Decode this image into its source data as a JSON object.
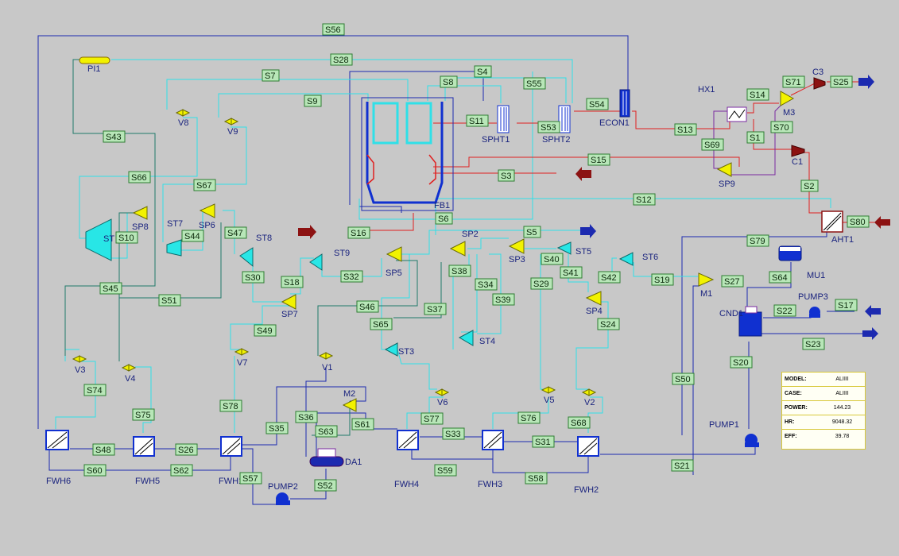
{
  "colors": {
    "background": "#c8c8c8",
    "stream_cyan": "#2fe0e8",
    "stream_navy": "#1c2ab0",
    "stream_red": "#e02020",
    "stream_teal": "#1f7a6a",
    "stream_purple": "#7a2aa0",
    "label_fill": "#b8e6b8",
    "splitter_yellow": "#f2f200",
    "turbine_cyan": "#28e6e6",
    "heater_blue": "#1030d0",
    "compressor_red": "#8c1212"
  },
  "equipment_labels": {
    "PI1": "PI1",
    "HX1": "HX1",
    "C3": "C3",
    "M3": "M3",
    "ECON1": "ECON1",
    "SPHT1": "SPHT1",
    "SPHT2": "SPHT2",
    "C1": "C1",
    "SP9": "SP9",
    "AHT1": "AHT1",
    "FB1": "FB1",
    "V8": "V8",
    "V9": "V9",
    "ST": "ST",
    "SP8": "SP8",
    "ST7": "ST7",
    "SP6": "SP6",
    "ST8": "ST8",
    "ST9": "ST9",
    "SP7": "SP7",
    "SP5": "SP5",
    "SP2": "SP2",
    "SP3": "SP3",
    "ST5": "ST5",
    "ST6": "ST6",
    "M1": "M1",
    "MU1": "MU1",
    "PUMP3": "PUMP3",
    "CND1": "CND1",
    "SP4": "SP4",
    "ST3": "ST3",
    "ST4": "ST4",
    "V3": "V3",
    "V4": "V4",
    "V7": "V7",
    "V1": "V1",
    "M2": "M2",
    "V6": "V6",
    "V5": "V5",
    "V2": "V2",
    "PUMP1": "PUMP1",
    "DA1": "DA1",
    "PUMP2": "PUMP2",
    "FWH6": "FWH6",
    "FWH5": "FWH5",
    "FWH1": "FWH1",
    "FWH4": "FWH4",
    "FWH3": "FWH3",
    "FWH2": "FWH2"
  },
  "streams": {
    "S56": "S56",
    "S28": "S28",
    "S7": "S7",
    "S8": "S8",
    "S4": "S4",
    "S55": "S55",
    "S9": "S9",
    "S11": "S11",
    "S53": "S53",
    "S54": "S54",
    "S14": "S14",
    "S71": "S71",
    "S25": "S25",
    "S13": "S13",
    "S70": "S70",
    "S69": "S69",
    "S1": "S1",
    "S15": "S15",
    "S43": "S43",
    "S66": "S66",
    "S67": "S67",
    "S3": "S3",
    "S2": "S2",
    "S12": "S12",
    "S10": "S10",
    "S44": "S44",
    "S47": "S47",
    "S6": "S6",
    "S16": "S16",
    "S80": "S80",
    "S79": "S79",
    "S5": "S5",
    "S40": "S40",
    "S45": "S45",
    "S30": "S30",
    "S32": "S32",
    "S18": "S18",
    "S38": "S38",
    "S41": "S41",
    "S42": "S42",
    "S64": "S64",
    "S19": "S19",
    "S27": "S27",
    "S29": "S29",
    "S34": "S34",
    "S51": "S51",
    "S46": "S46",
    "S37": "S37",
    "S39": "S39",
    "S22": "S22",
    "S17": "S17",
    "S65": "S65",
    "S24": "S24",
    "S49": "S49",
    "S23": "S23",
    "S20": "S20",
    "S74": "S74",
    "S50": "S50",
    "S36": "S36",
    "S75": "S75",
    "S61": "S61",
    "S63": "S63",
    "S35": "S35",
    "S77": "S77",
    "S76": "S76",
    "S68": "S68",
    "S78": "S78",
    "S33": "S33",
    "S48": "S48",
    "S26": "S26",
    "S31": "S31",
    "S60": "S60",
    "S62": "S62",
    "S59": "S59",
    "S58": "S58",
    "S21": "S21",
    "S57": "S57",
    "S52": "S52"
  },
  "results": {
    "model_key": "MODEL:",
    "model_val": "ALIIII",
    "case_key": "CASE:",
    "case_val": "ALIIII",
    "power_key": "POWER:",
    "power_val": "144.23",
    "hr_key": "HR:",
    "hr_val": "9048.32",
    "eff_key": "EFF:",
    "eff_val": "39.78"
  }
}
